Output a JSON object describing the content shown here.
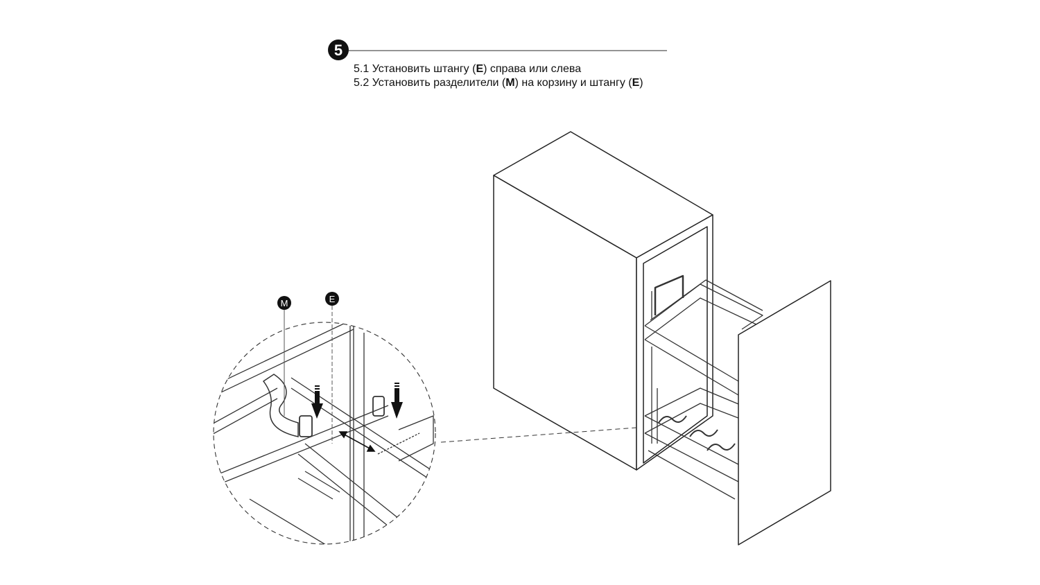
{
  "step": {
    "number": "5",
    "instructions": [
      {
        "prefix": "5.1 Установить штангу (",
        "part": "E",
        "suffix": ") справа или слева"
      },
      {
        "prefix": "5.2 Установить разделители (",
        "part": "M",
        "suffix": ") на корзину и штангу (",
        "part2": "E",
        "suffix2": ")"
      }
    ]
  },
  "callouts": {
    "divider": "M",
    "rod": "E"
  },
  "colors": {
    "ink": "#111111",
    "line": "#333333"
  }
}
